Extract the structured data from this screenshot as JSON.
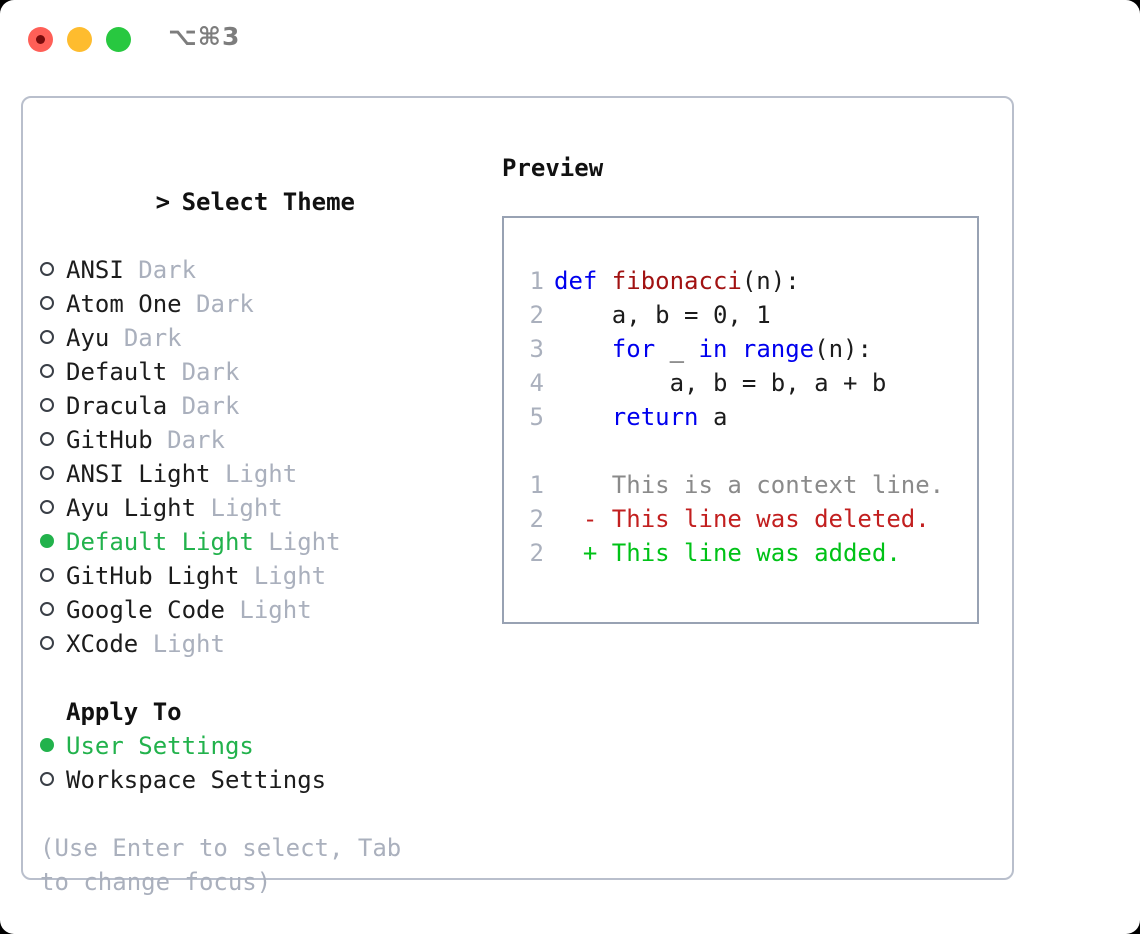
{
  "window": {
    "title_shortcut": "⌥⌘3",
    "traffic_lights": [
      {
        "name": "close",
        "color": "#ff5f57"
      },
      {
        "name": "minimize",
        "color": "#febc2e"
      },
      {
        "name": "zoom",
        "color": "#28c840"
      }
    ]
  },
  "colors": {
    "accent_green": "#22b24c",
    "muted": "#aab0bd",
    "text": "#1c1c1c",
    "keyword_blue": "#0000ee",
    "function_red": "#a11212",
    "diff_added": "#00c217",
    "diff_deleted": "#c21f1f",
    "diff_context": "#8a8a8a",
    "panel_border": "#b9bfcc",
    "preview_border": "#98a2b3"
  },
  "theme_picker": {
    "header": "Select Theme",
    "header_marker": ">",
    "items": [
      {
        "name": "ANSI",
        "tag": "Dark",
        "selected": false
      },
      {
        "name": "Atom One",
        "tag": "Dark",
        "selected": false
      },
      {
        "name": "Ayu",
        "tag": "Dark",
        "selected": false
      },
      {
        "name": "Default",
        "tag": "Dark",
        "selected": false
      },
      {
        "name": "Dracula",
        "tag": "Dark",
        "selected": false
      },
      {
        "name": "GitHub",
        "tag": "Dark",
        "selected": false
      },
      {
        "name": "ANSI Light",
        "tag": "Light",
        "selected": false
      },
      {
        "name": "Ayu Light",
        "tag": "Light",
        "selected": false
      },
      {
        "name": "Default Light",
        "tag": "Light",
        "selected": true
      },
      {
        "name": "GitHub Light",
        "tag": "Light",
        "selected": false
      },
      {
        "name": "Google Code",
        "tag": "Light",
        "selected": false
      },
      {
        "name": "XCode",
        "tag": "Light",
        "selected": false
      }
    ]
  },
  "apply_to": {
    "header": "Apply To",
    "options": [
      {
        "label": "User Settings",
        "selected": true
      },
      {
        "label": "Workspace Settings",
        "selected": false
      }
    ]
  },
  "hint": "(Use Enter to select, Tab to change focus)",
  "preview": {
    "title": "Preview",
    "code_lines": [
      {
        "number": "1",
        "tokens": [
          {
            "text": "def ",
            "style": "kw"
          },
          {
            "text": "fibonacci",
            "style": "fn"
          },
          {
            "text": "(n):",
            "style": "plain"
          }
        ]
      },
      {
        "number": "2",
        "tokens": [
          {
            "text": "    a, b = 0, 1",
            "style": "plain"
          }
        ]
      },
      {
        "number": "3",
        "tokens": [
          {
            "text": "    ",
            "style": "plain"
          },
          {
            "text": "for",
            "style": "kw"
          },
          {
            "text": " _ ",
            "style": "plain"
          },
          {
            "text": "in",
            "style": "kw"
          },
          {
            "text": " ",
            "style": "plain"
          },
          {
            "text": "range",
            "style": "kw"
          },
          {
            "text": "(n):",
            "style": "plain"
          }
        ]
      },
      {
        "number": "4",
        "tokens": [
          {
            "text": "        a, b = b, a + b",
            "style": "plain"
          }
        ]
      },
      {
        "number": "5",
        "tokens": [
          {
            "text": "    ",
            "style": "plain"
          },
          {
            "text": "return",
            "style": "kw"
          },
          {
            "text": " a",
            "style": "plain"
          }
        ]
      }
    ],
    "diff_lines": [
      {
        "number": "1",
        "marker": " ",
        "text": "This is a context line.",
        "style": "ctx"
      },
      {
        "number": "2",
        "marker": "-",
        "text": "This line was deleted.",
        "style": "del"
      },
      {
        "number": "2",
        "marker": "+",
        "text": "This line was added.",
        "style": "add"
      }
    ]
  }
}
